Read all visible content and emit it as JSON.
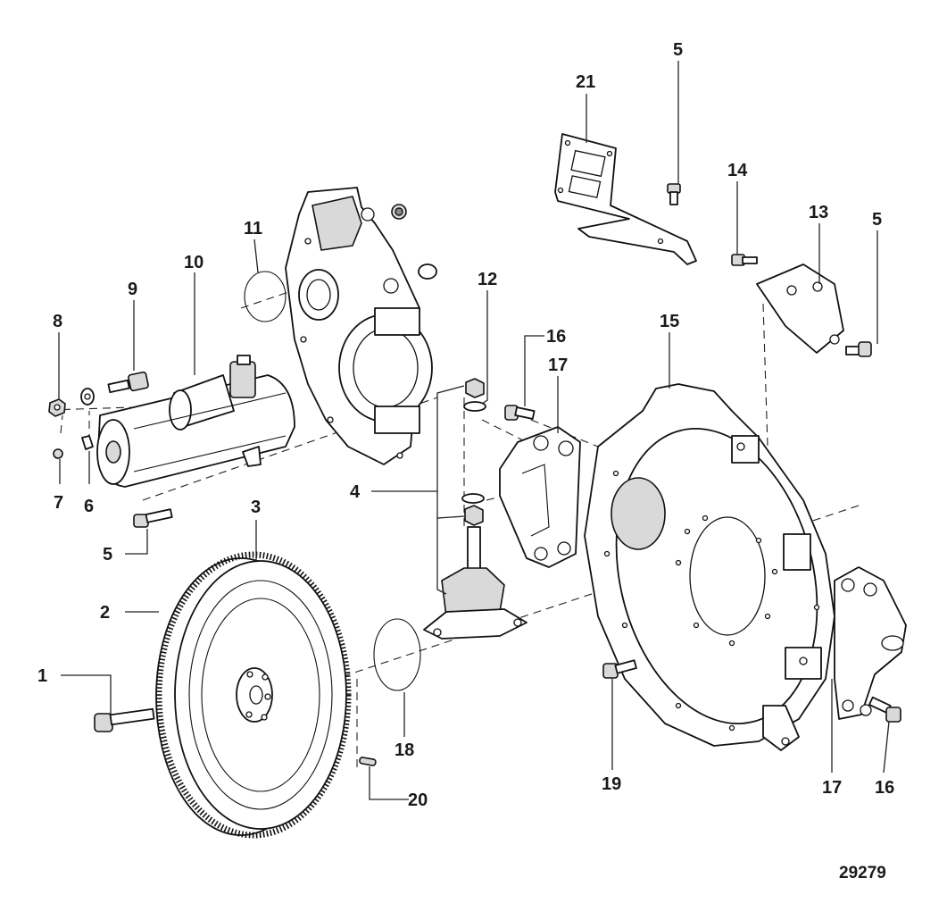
{
  "figure_id": "29279",
  "callouts": {
    "c1": "1",
    "c2": "2",
    "c3": "3",
    "c4": "4",
    "c5a": "5",
    "c5b": "5",
    "c5c": "5",
    "c6": "6",
    "c7": "7",
    "c8": "8",
    "c9": "9",
    "c10": "10",
    "c11": "11",
    "c12": "12",
    "c13": "13",
    "c14": "14",
    "c15": "15",
    "c16a": "16",
    "c16b": "16",
    "c17a": "17",
    "c17b": "17",
    "c18": "18",
    "c19": "19",
    "c20": "20",
    "c21": "21"
  }
}
